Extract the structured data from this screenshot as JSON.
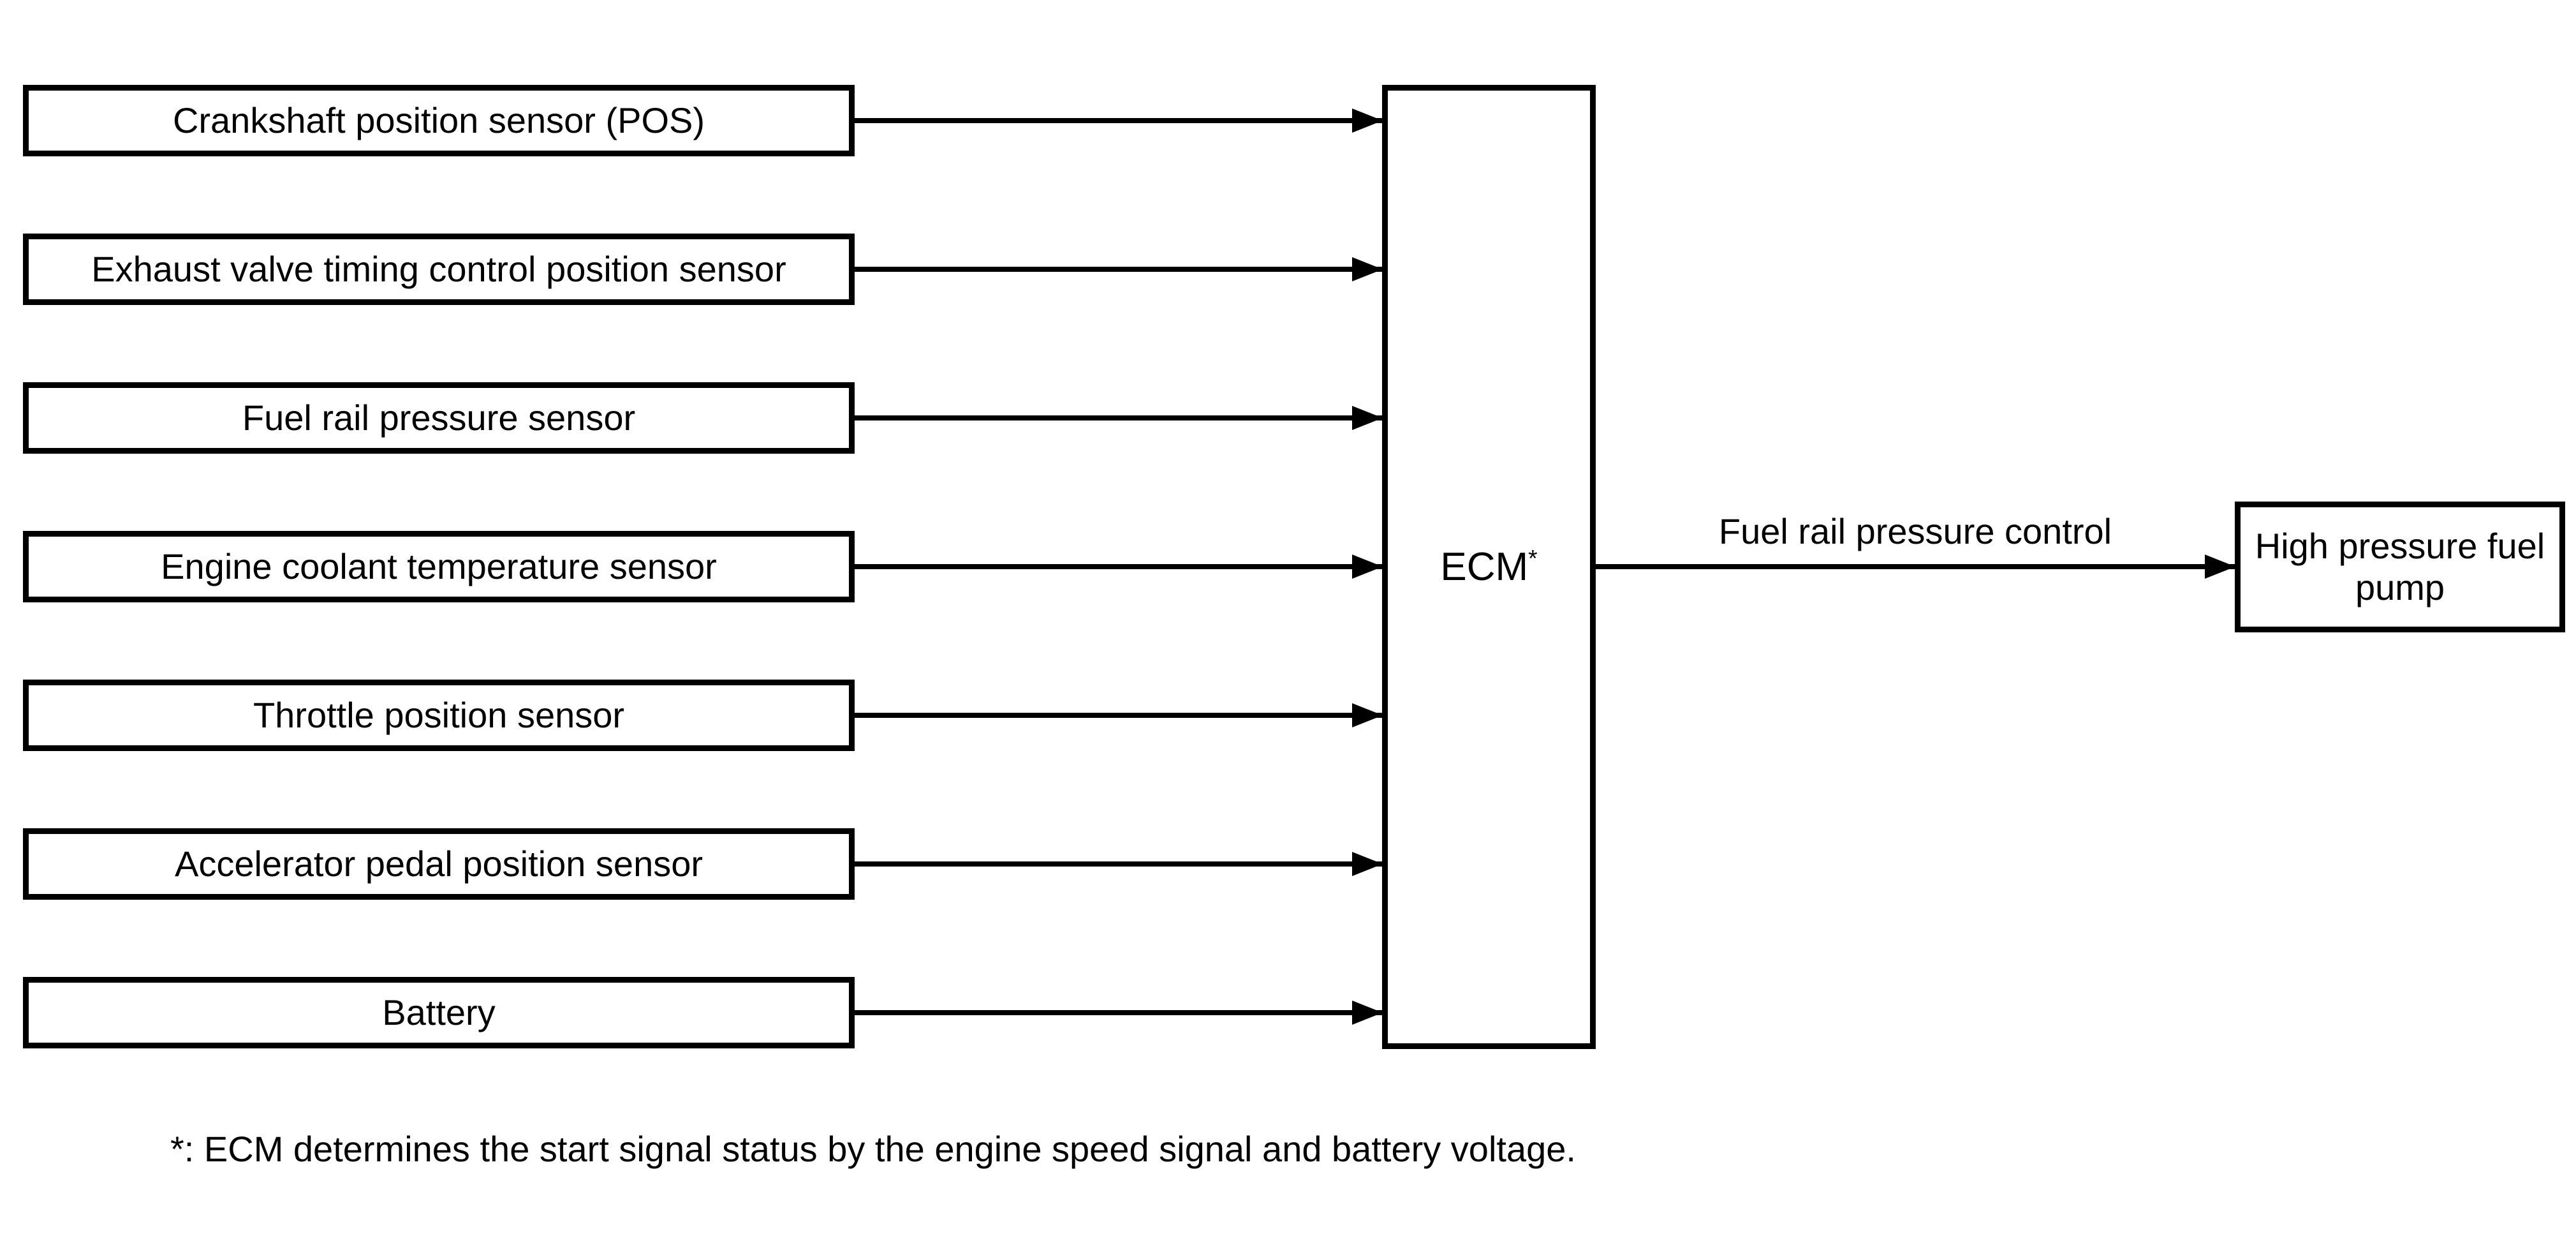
{
  "diagram": {
    "inputs": [
      {
        "label": "Crankshaft position sensor (POS)"
      },
      {
        "label": "Exhaust valve timing control position sensor"
      },
      {
        "label": "Fuel rail pressure sensor"
      },
      {
        "label": "Engine coolant temperature sensor"
      },
      {
        "label": "Throttle position sensor"
      },
      {
        "label": "Accelerator pedal position sensor"
      },
      {
        "label": "Battery"
      }
    ],
    "ecm": {
      "label": "ECM",
      "superscript": "*"
    },
    "output": {
      "arrow_label": "Fuel rail pressure control",
      "target_label": "High pressure fuel pump"
    },
    "footnote": "*: ECM determines the start signal status by the engine speed signal and battery voltage.",
    "colors": {
      "foreground": "#000000",
      "background": "#ffffff"
    }
  }
}
